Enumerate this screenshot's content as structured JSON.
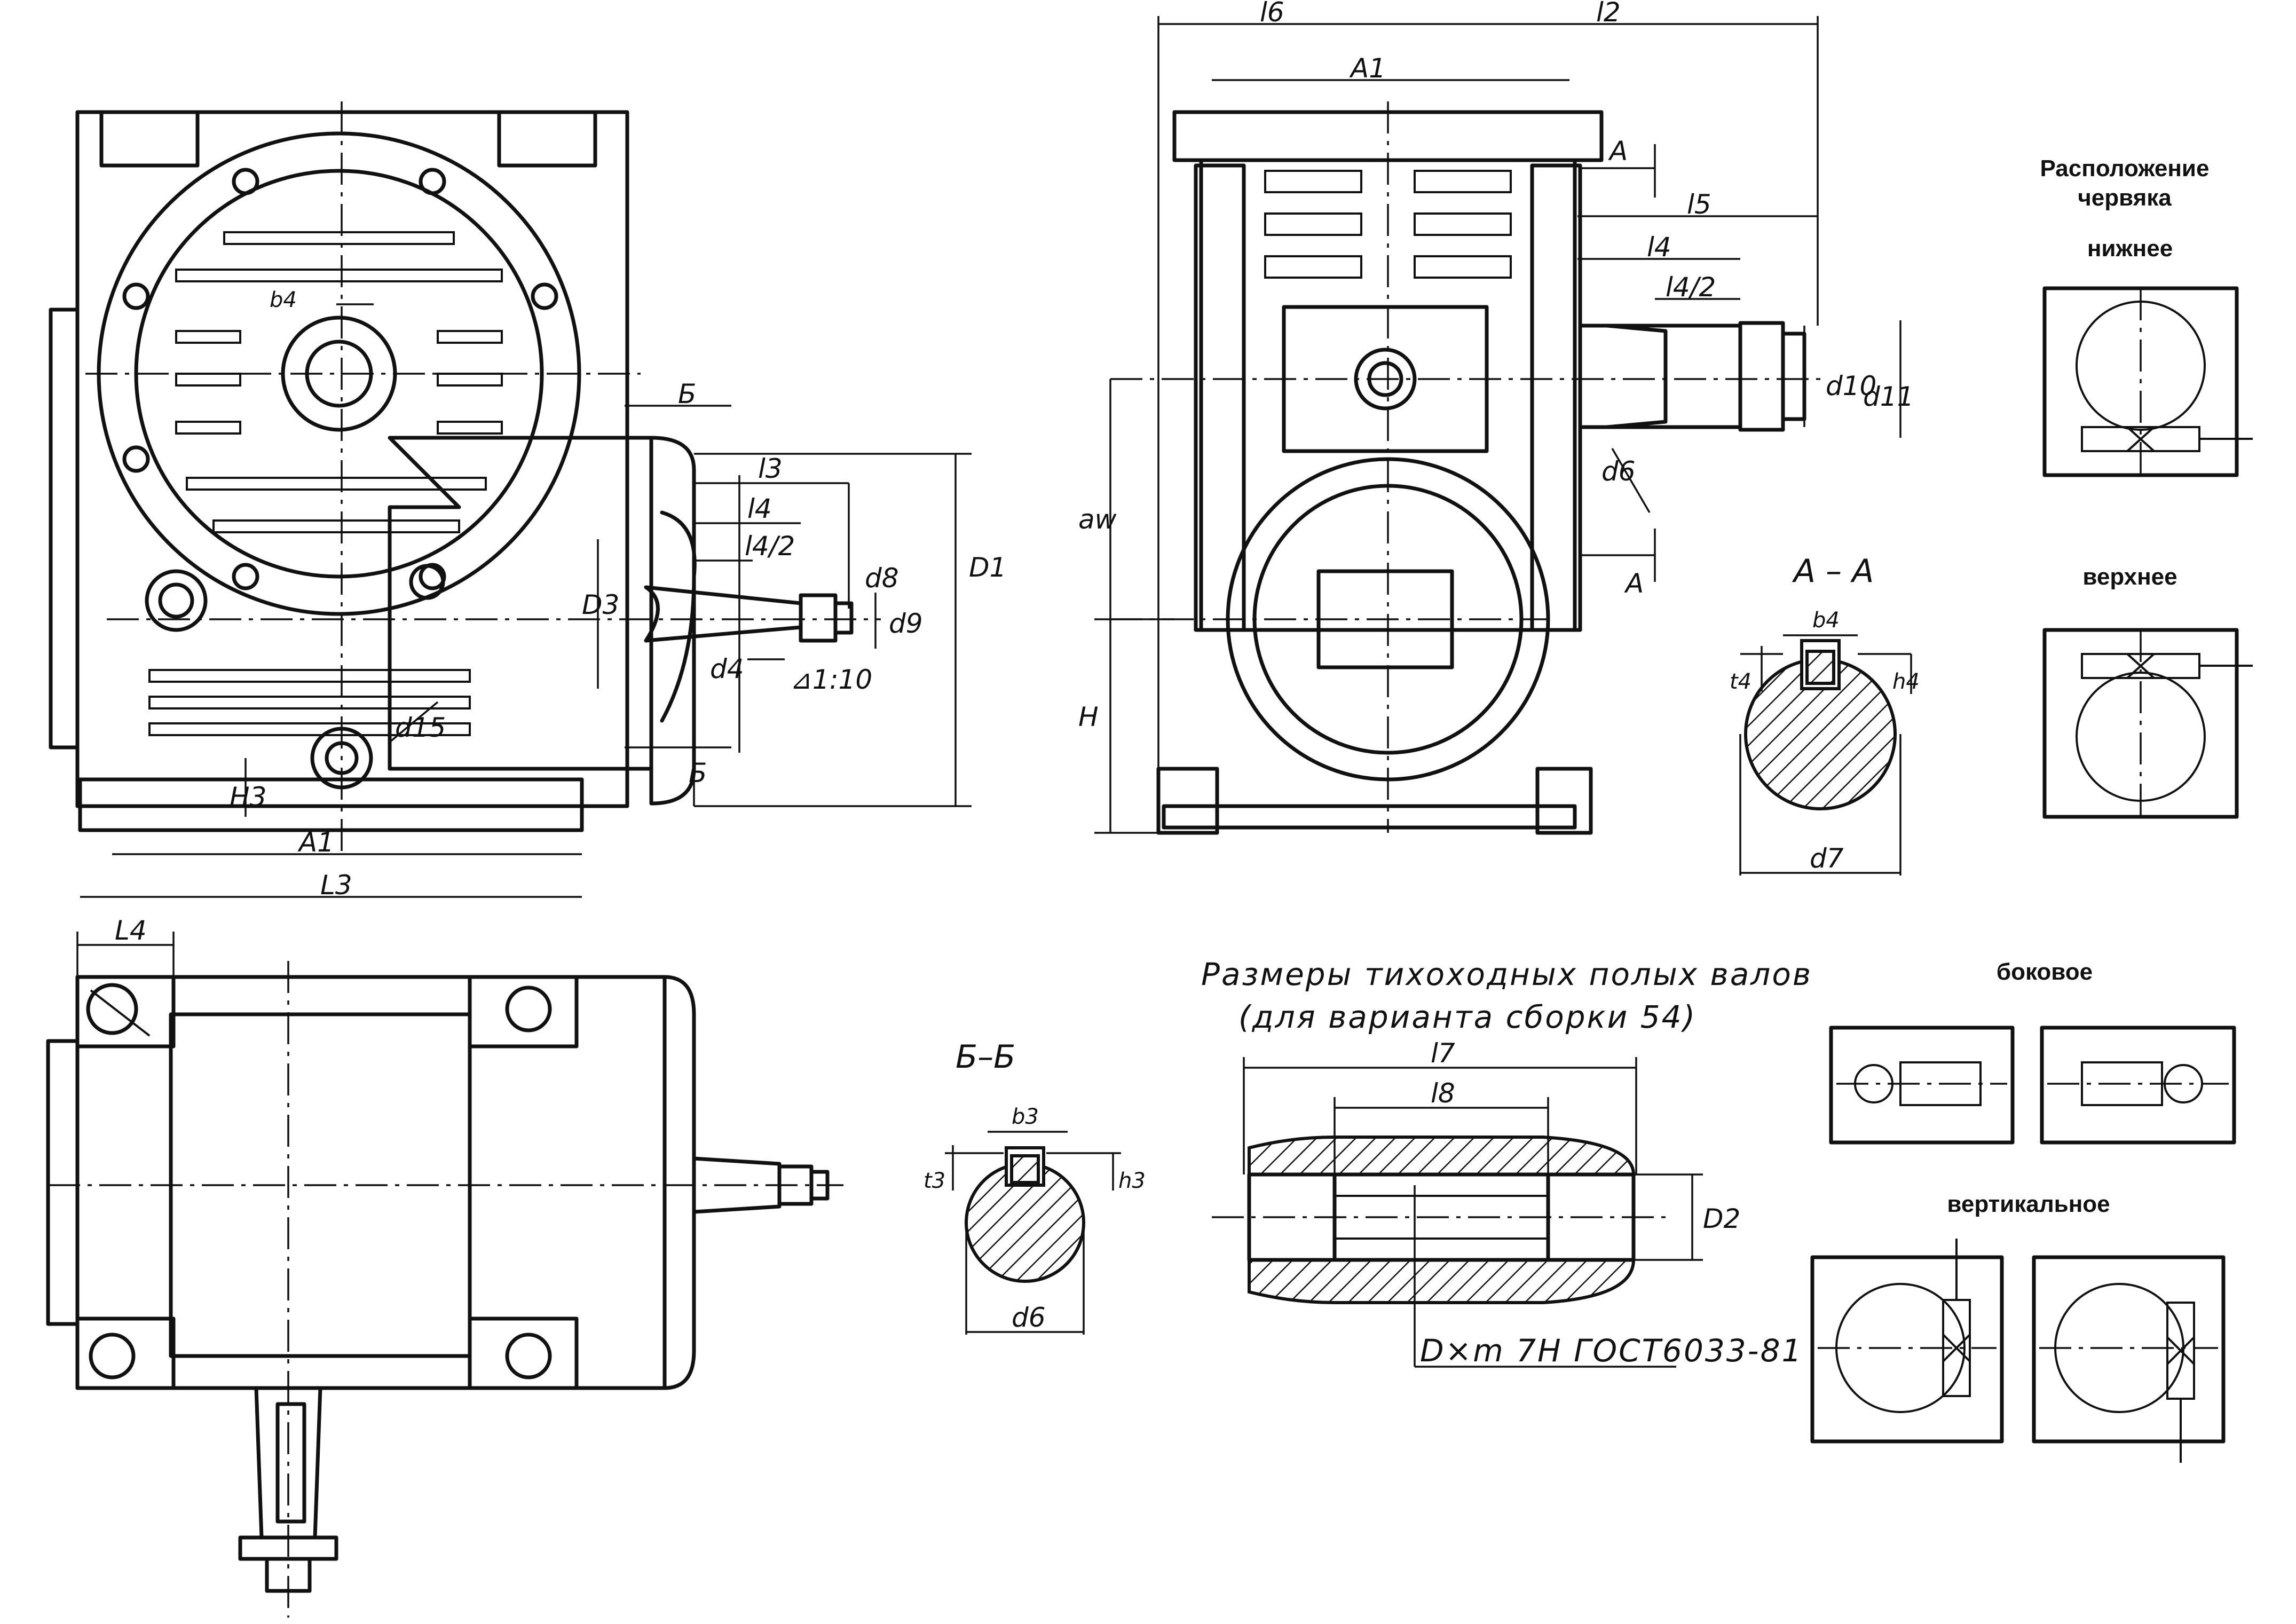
{
  "worm_position": {
    "title_line1": "Расположение",
    "title_line2": "червяка",
    "lower": "нижнее",
    "upper": "верхнее",
    "side": "боковое",
    "vertical": "вертикальное"
  },
  "hollow_shaft": {
    "title_line1": "Размеры тихоходных полых валов",
    "title_line2": "(для варианта сборки 54)",
    "spline_note": "D×m  7H ГОСТ6033-81",
    "l7": "l7",
    "l8": "l8",
    "D2": "D2"
  },
  "section_AA": {
    "title": "A – A",
    "b4": "b4",
    "t4": "t4",
    "h4": "h4",
    "d7": "d7"
  },
  "section_BB": {
    "title": "Б–Б",
    "b3": "b3",
    "t3": "t3",
    "h3": "h3",
    "d6": "d6"
  },
  "front_view": {
    "B_top": "Б",
    "B_bottom": "Б",
    "l3": "l3",
    "l4": "l4",
    "l4_half": "l4/2",
    "d8": "d8",
    "d9": "d9",
    "D1": "D1",
    "D3": "D3",
    "d4": "d4",
    "taper": "⊿1:10",
    "d15": "d15",
    "H3": "H3",
    "A1": "A1",
    "L3": "L3",
    "b4": "b4"
  },
  "side_view": {
    "l6": "l6",
    "l2": "l2",
    "A1": "A1",
    "A_top": "A",
    "A_bottom": "A",
    "l5": "l5",
    "l4": "l4",
    "l4_half": "l4/2",
    "d10": "d10",
    "d11": "d11",
    "d6": "d6",
    "aw": "aw",
    "H": "H"
  },
  "plan_view": {
    "L4": "L4"
  }
}
